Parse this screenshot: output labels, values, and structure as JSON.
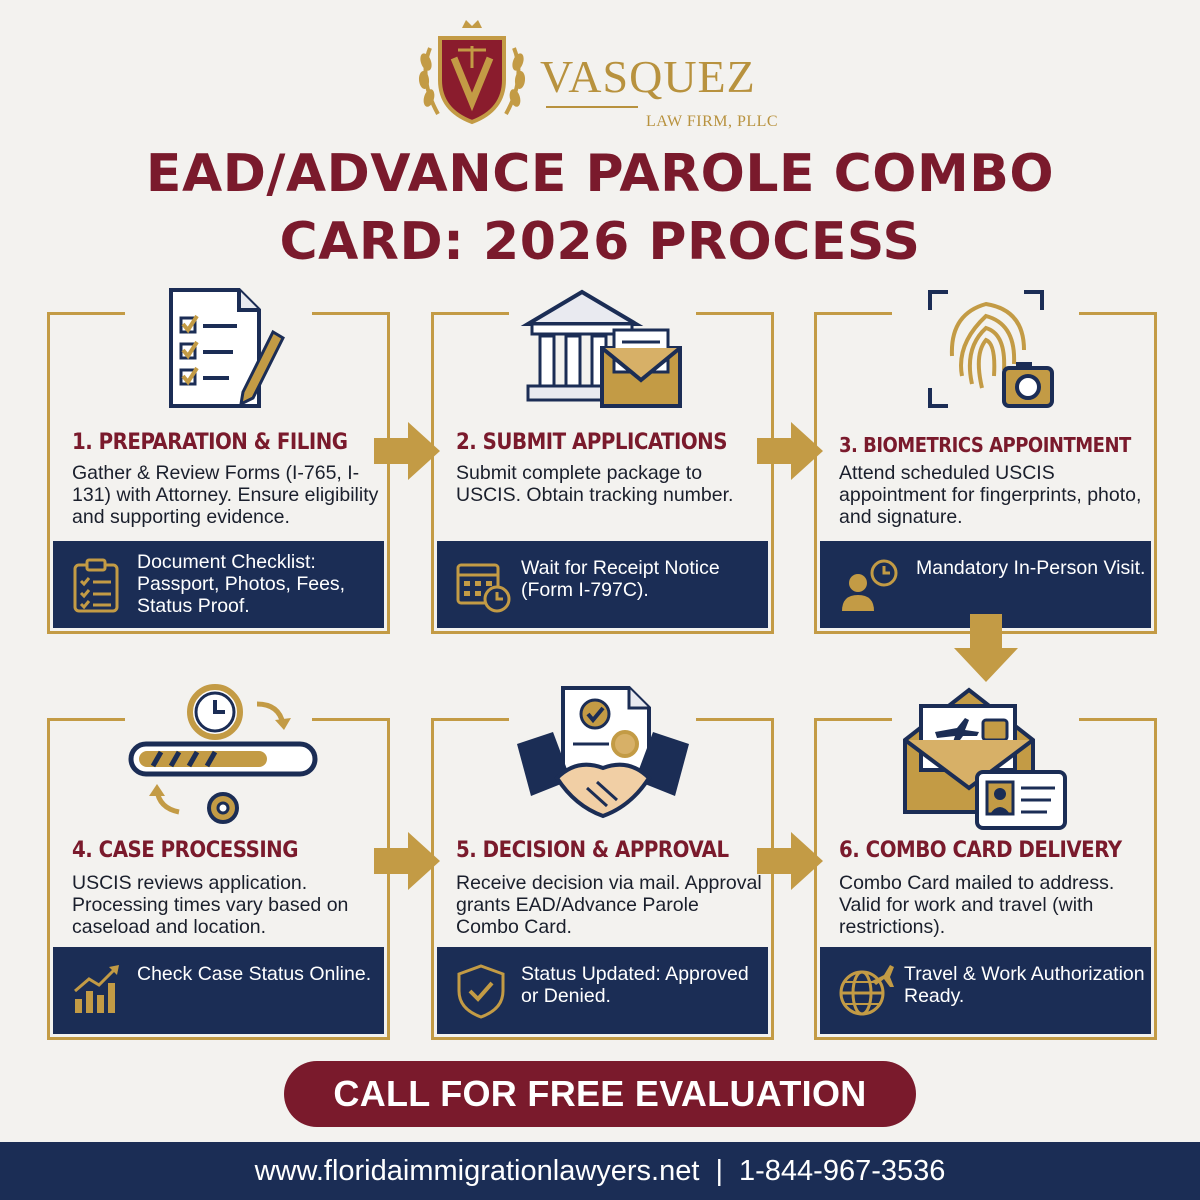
{
  "brand": {
    "name": "VASQUEZ",
    "subtitle": "LAW FIRM, PLLC",
    "colors": {
      "maroon": "#7a1a2c",
      "gold": "#c39b45",
      "navy": "#1b2d55"
    }
  },
  "title": {
    "line1": "EAD/ADVANCE PAROLE COMBO",
    "line2": "CARD: 2026 PROCESS"
  },
  "steps": [
    {
      "heading": "1. PREPARATION & FILING",
      "description": "Gather & Review Forms (I-765, I-131) with Attorney. Ensure eligibility and supporting evidence.",
      "icon": "checklist-pencil-icon",
      "band_icon": "clipboard-checklist-icon",
      "band_text": "Document Checklist: Passport, Photos, Fees, Status Proof."
    },
    {
      "heading": "2. SUBMIT APPLICATIONS",
      "description": "Submit complete package to USCIS. Obtain tracking number.",
      "icon": "government-building-envelope-icon",
      "band_icon": "calendar-clock-icon",
      "band_text": "Wait for Receipt Notice (Form I-797C)."
    },
    {
      "heading": "3. BIOMETRICS APPOINTMENT",
      "description": "Attend scheduled USCIS appointment for fingerprints, photo, and signature.",
      "icon": "fingerprint-camera-icon",
      "band_icon": "person-clock-icon",
      "band_text": "Mandatory In-Person Visit."
    },
    {
      "heading": "4. CASE PROCESSING",
      "description": "USCIS reviews application. Processing times vary based on caseload and location.",
      "icon": "clock-progress-gear-icon",
      "band_icon": "growth-chart-icon",
      "band_text": "Check Case Status Online."
    },
    {
      "heading": "5. DECISION & APPROVAL",
      "description": "Receive decision via mail. Approval grants EAD/Advance Parole Combo Card.",
      "icon": "handshake-document-icon",
      "band_icon": "shield-check-icon",
      "band_text": "Status Updated: Approved or Denied."
    },
    {
      "heading": "6. COMBO CARD DELIVERY",
      "description": "Combo Card mailed to address. Valid for work and travel (with restrictions).",
      "icon": "envelope-id-card-icon",
      "band_icon": "globe-plane-icon",
      "band_text": "Travel & Work Authorization Ready."
    }
  ],
  "cta": {
    "label": "CALL FOR FREE EVALUATION"
  },
  "footer": {
    "website": "www.floridaimmigrationlawyers.net",
    "separator": "|",
    "phone": "1-844-967-3536"
  }
}
